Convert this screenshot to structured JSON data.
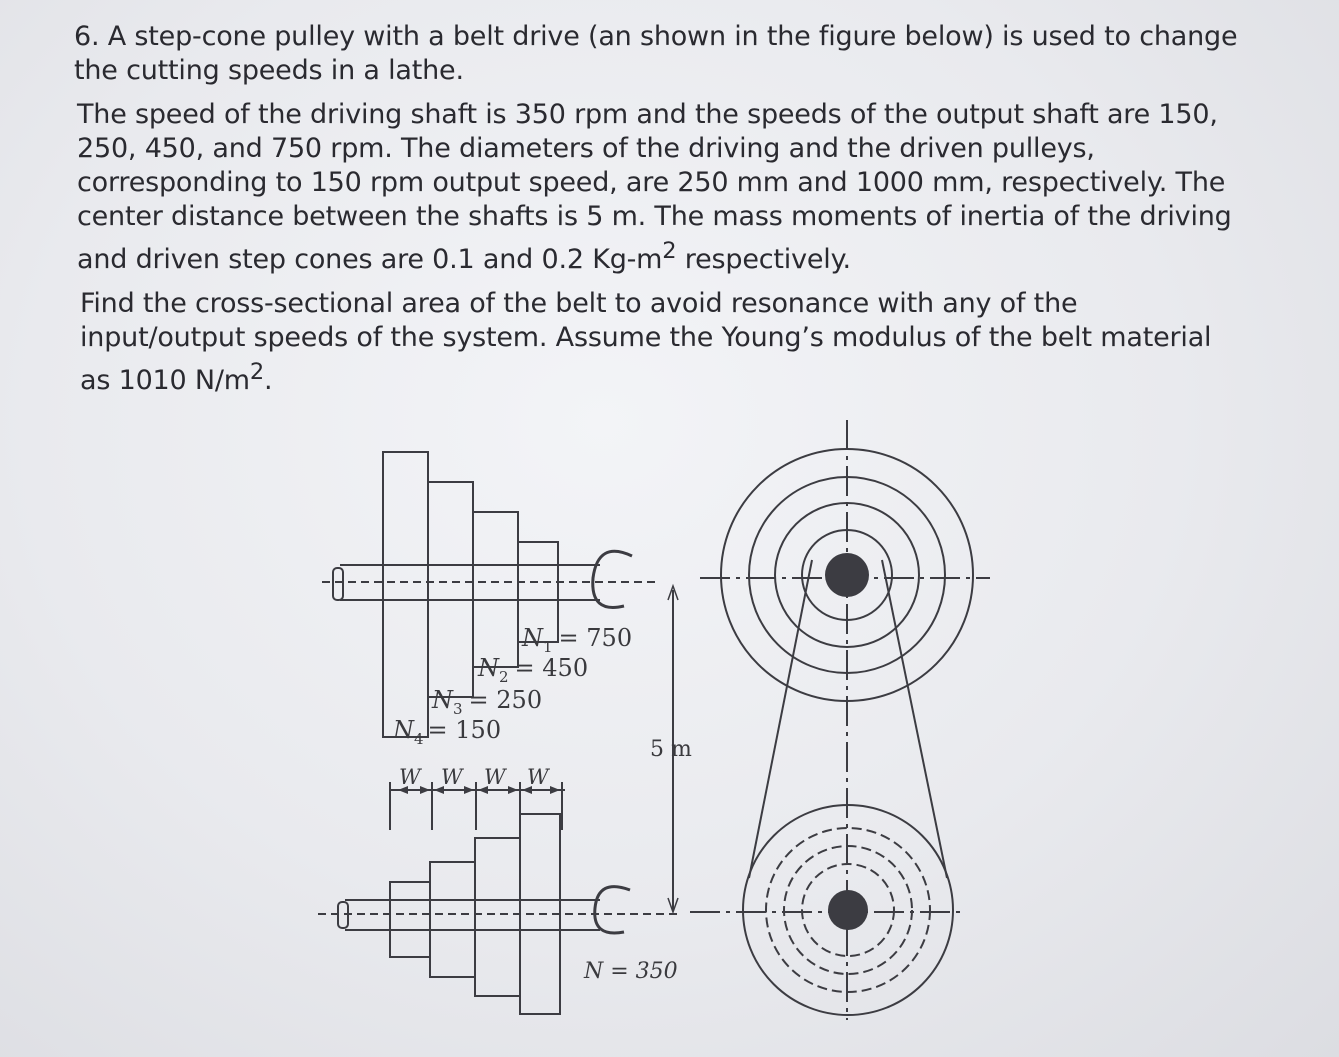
{
  "problem": {
    "number": "6.",
    "intro": "A step-cone pulley with a belt drive (an shown in the figure below) is used to change the cutting speeds in a lathe.",
    "given_1": "The speed of the driving shaft is 350 rpm and the speeds of the output shaft are 150, 250, 450, and 750 rpm. The diameters of the driving and the driven pulleys, corresponding to 150 rpm output speed, are 250 mm and 1000 mm, respectively. The center distance between the shafts is 5 m. The mass moments of inertia of the driving and driven step cones are 0.1 and 0.2 Kg-m",
    "given_sup": "2",
    "given_2": " respectively.",
    "find_1": "Find the cross-sectional area of the belt to avoid resonance with any of the input/output speeds of the system. Assume the Young’s modulus of the belt material as 1010 N/m",
    "find_sup": "2",
    "find_2": "."
  },
  "figure": {
    "speed_labels": [
      {
        "id": "n1",
        "text": "N",
        "sub": "1",
        "value": "= 750"
      },
      {
        "id": "n2",
        "text": "N",
        "sub": "2",
        "value": "= 450"
      },
      {
        "id": "n3",
        "text": "N",
        "sub": "3",
        "value": "= 250"
      },
      {
        "id": "n4",
        "text": "N",
        "sub": "4",
        "value": "= 150"
      }
    ],
    "width_labels": [
      "W",
      "W",
      "W",
      "W"
    ],
    "distance_label": "5 m",
    "input_speed_label": "N = 350"
  }
}
